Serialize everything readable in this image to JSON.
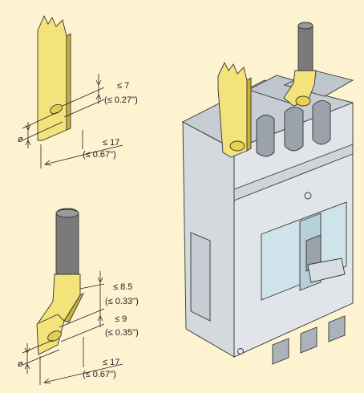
{
  "colors": {
    "background": "#fdf3d0",
    "brass": "#f4e27a",
    "brass_dark": "#c9b23a",
    "breaker_body": "#d4d9de",
    "breaker_shade": "#aab3bb",
    "window_blue": "#cfe4ea",
    "cable": "#7a7a7a"
  },
  "bar_labels": {
    "max_width": "≤ 7",
    "max_width_in": "(≤ 0.27\")",
    "diameter": "ø",
    "max_length": "≤ 17",
    "max_length_in": "(≤ 0.67\")"
  },
  "lug_labels": {
    "max_thickness": "≤ 8.5",
    "max_thickness_in": "(≤ 0.33\")",
    "max_width": "≤ 9",
    "max_width_in": "(≤ 0.35\")",
    "diameter": "ø",
    "max_length": "≤ 17",
    "max_length_in": "(≤ 0.67\")"
  }
}
